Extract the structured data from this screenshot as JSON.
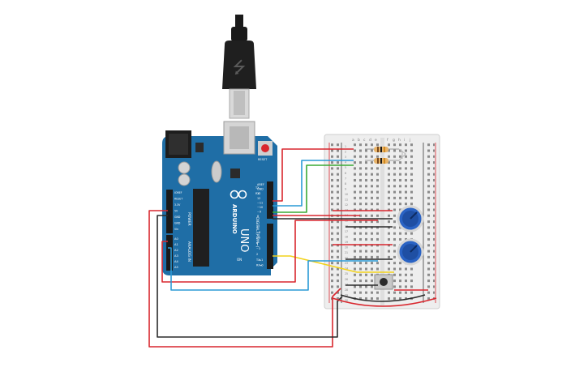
{
  "board": {
    "brand": "ARDUINO",
    "model": "UNO",
    "reset_label": "RESET",
    "on_label": "ON",
    "tx_label": "TX",
    "rx_label": "RX",
    "power_header": "POWER",
    "analog_header": "ANALOG IN",
    "digital_header": "DIGITAL (PWM~)",
    "power_pins": [
      "IOREF",
      "RESET",
      "3.3V",
      "5V",
      "GND",
      "GND",
      "Vin"
    ],
    "analog_pins": [
      "A0",
      "A1",
      "A2",
      "A3",
      "A4",
      "A5"
    ],
    "digital_pins_top": [
      "AREF",
      "GND",
      "13",
      "12",
      "~11",
      "~10",
      "~9",
      "8"
    ],
    "digital_pins_bottom": [
      "7",
      "~6",
      "~5",
      "4",
      "~3",
      "2",
      "TX▸1",
      "RX◂0"
    ]
  },
  "breadboard": {
    "column_letters_left": [
      "a",
      "b",
      "c",
      "d",
      "e"
    ],
    "column_letters_right": [
      "f",
      "g",
      "h",
      "i",
      "j"
    ],
    "row_numbers": [
      "1",
      "2",
      "3",
      "4",
      "5",
      "6",
      "7",
      "8",
      "9",
      "10",
      "11",
      "12",
      "13",
      "14",
      "15",
      "16",
      "17",
      "18",
      "19",
      "20",
      "21",
      "22",
      "23",
      "24",
      "25",
      "26",
      "27",
      "28",
      "29",
      "30"
    ]
  },
  "colors": {
    "board_blue": "#1f6ea6",
    "wire_red": "#d9272e",
    "wire_black": "#2b2b2b",
    "wire_blue": "#2a9ad6",
    "wire_green": "#3aaa35",
    "wire_yellow": "#f2d21b",
    "pot_blue": "#1f5fb8"
  }
}
